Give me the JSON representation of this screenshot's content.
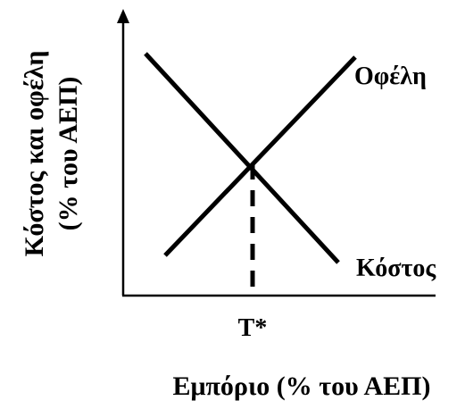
{
  "diagram": {
    "y_axis_label_line1": "Κόστος και οφέλη",
    "y_axis_label_line2": "(% του ΑΕΠ)",
    "x_axis_label": "Εμπόριο (% του ΑΕΠ)",
    "benefits_label": "Οφέλη",
    "costs_label": "Κόστος",
    "equilibrium_label": "T*"
  },
  "colors": {
    "ink": "#000000",
    "background": "#ffffff"
  }
}
